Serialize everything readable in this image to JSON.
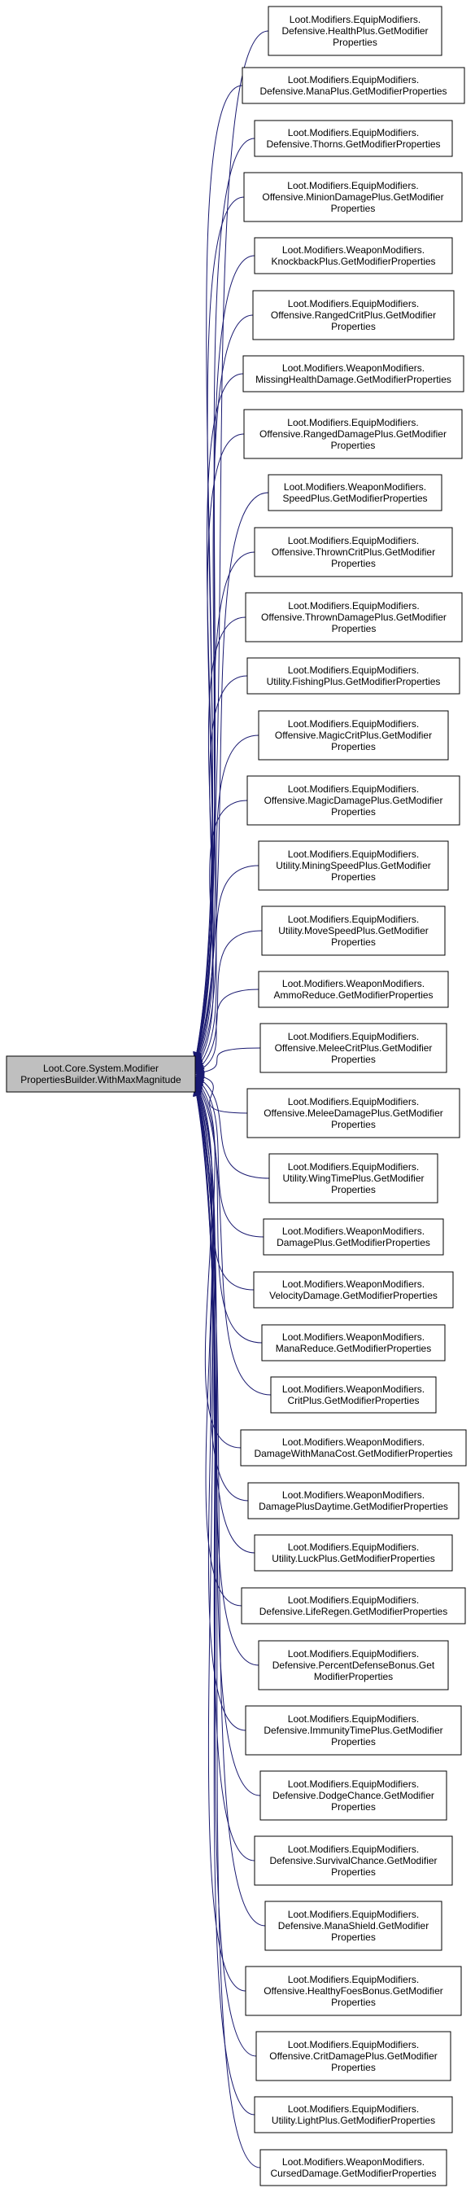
{
  "diagram": {
    "edge_color": "#191970",
    "node_border": "#000000",
    "root": {
      "lines": [
        "Loot.Core.System.Modifier",
        "PropertiesBuilder.WithMaxMagnitude"
      ],
      "fill": "#bfbfbf"
    },
    "callers": [
      {
        "lines": [
          "Loot.Modifiers.EquipModifiers.",
          "Defensive.HealthPlus.GetModifier",
          "Properties"
        ]
      },
      {
        "lines": [
          "Loot.Modifiers.EquipModifiers.",
          "Defensive.ManaPlus.GetModifierProperties"
        ]
      },
      {
        "lines": [
          "Loot.Modifiers.EquipModifiers.",
          "Defensive.Thorns.GetModifierProperties"
        ]
      },
      {
        "lines": [
          "Loot.Modifiers.EquipModifiers.",
          "Offensive.MinionDamagePlus.GetModifier",
          "Properties"
        ]
      },
      {
        "lines": [
          "Loot.Modifiers.WeaponModifiers.",
          "KnockbackPlus.GetModifierProperties"
        ]
      },
      {
        "lines": [
          "Loot.Modifiers.EquipModifiers.",
          "Offensive.RangedCritPlus.GetModifier",
          "Properties"
        ]
      },
      {
        "lines": [
          "Loot.Modifiers.WeaponModifiers.",
          "MissingHealthDamage.GetModifierProperties"
        ]
      },
      {
        "lines": [
          "Loot.Modifiers.EquipModifiers.",
          "Offensive.RangedDamagePlus.GetModifier",
          "Properties"
        ]
      },
      {
        "lines": [
          "Loot.Modifiers.WeaponModifiers.",
          "SpeedPlus.GetModifierProperties"
        ]
      },
      {
        "lines": [
          "Loot.Modifiers.EquipModifiers.",
          "Offensive.ThrownCritPlus.GetModifier",
          "Properties"
        ]
      },
      {
        "lines": [
          "Loot.Modifiers.EquipModifiers.",
          "Offensive.ThrownDamagePlus.GetModifier",
          "Properties"
        ]
      },
      {
        "lines": [
          "Loot.Modifiers.EquipModifiers.",
          "Utility.FishingPlus.GetModifierProperties"
        ]
      },
      {
        "lines": [
          "Loot.Modifiers.EquipModifiers.",
          "Offensive.MagicCritPlus.GetModifier",
          "Properties"
        ]
      },
      {
        "lines": [
          "Loot.Modifiers.EquipModifiers.",
          "Offensive.MagicDamagePlus.GetModifier",
          "Properties"
        ]
      },
      {
        "lines": [
          "Loot.Modifiers.EquipModifiers.",
          "Utility.MiningSpeedPlus.GetModifier",
          "Properties"
        ]
      },
      {
        "lines": [
          "Loot.Modifiers.EquipModifiers.",
          "Utility.MoveSpeedPlus.GetModifier",
          "Properties"
        ]
      },
      {
        "lines": [
          "Loot.Modifiers.WeaponModifiers.",
          "AmmoReduce.GetModifierProperties"
        ]
      },
      {
        "lines": [
          "Loot.Modifiers.EquipModifiers.",
          "Offensive.MeleeCritPlus.GetModifier",
          "Properties"
        ]
      },
      {
        "lines": [
          "Loot.Modifiers.EquipModifiers.",
          "Offensive.MeleeDamagePlus.GetModifier",
          "Properties"
        ]
      },
      {
        "lines": [
          "Loot.Modifiers.EquipModifiers.",
          "Utility.WingTimePlus.GetModifier",
          "Properties"
        ]
      },
      {
        "lines": [
          "Loot.Modifiers.WeaponModifiers.",
          "DamagePlus.GetModifierProperties"
        ]
      },
      {
        "lines": [
          "Loot.Modifiers.WeaponModifiers.",
          "VelocityDamage.GetModifierProperties"
        ]
      },
      {
        "lines": [
          "Loot.Modifiers.WeaponModifiers.",
          "ManaReduce.GetModifierProperties"
        ]
      },
      {
        "lines": [
          "Loot.Modifiers.WeaponModifiers.",
          "CritPlus.GetModifierProperties"
        ]
      },
      {
        "lines": [
          "Loot.Modifiers.WeaponModifiers.",
          "DamageWithManaCost.GetModifierProperties"
        ]
      },
      {
        "lines": [
          "Loot.Modifiers.WeaponModifiers.",
          "DamagePlusDaytime.GetModifierProperties"
        ]
      },
      {
        "lines": [
          "Loot.Modifiers.EquipModifiers.",
          "Utility.LuckPlus.GetModifierProperties"
        ]
      },
      {
        "lines": [
          "Loot.Modifiers.EquipModifiers.",
          "Defensive.LifeRegen.GetModifierProperties"
        ]
      },
      {
        "lines": [
          "Loot.Modifiers.EquipModifiers.",
          "Defensive.PercentDefenseBonus.Get",
          "ModifierProperties"
        ]
      },
      {
        "lines": [
          "Loot.Modifiers.EquipModifiers.",
          "Defensive.ImmunityTimePlus.GetModifier",
          "Properties"
        ]
      },
      {
        "lines": [
          "Loot.Modifiers.EquipModifiers.",
          "Defensive.DodgeChance.GetModifier",
          "Properties"
        ]
      },
      {
        "lines": [
          "Loot.Modifiers.EquipModifiers.",
          "Defensive.SurvivalChance.GetModifier",
          "Properties"
        ]
      },
      {
        "lines": [
          "Loot.Modifiers.EquipModifiers.",
          "Defensive.ManaShield.GetModifier",
          "Properties"
        ]
      },
      {
        "lines": [
          "Loot.Modifiers.EquipModifiers.",
          "Offensive.HealthyFoesBonus.GetModifier",
          "Properties"
        ]
      },
      {
        "lines": [
          "Loot.Modifiers.EquipModifiers.",
          "Offensive.CritDamagePlus.GetModifier",
          "Properties"
        ]
      },
      {
        "lines": [
          "Loot.Modifiers.EquipModifiers.",
          "Utility.LightPlus.GetModifierProperties"
        ]
      },
      {
        "lines": [
          "Loot.Modifiers.WeaponModifiers.",
          "CursedDamage.GetModifierProperties"
        ]
      }
    ]
  }
}
